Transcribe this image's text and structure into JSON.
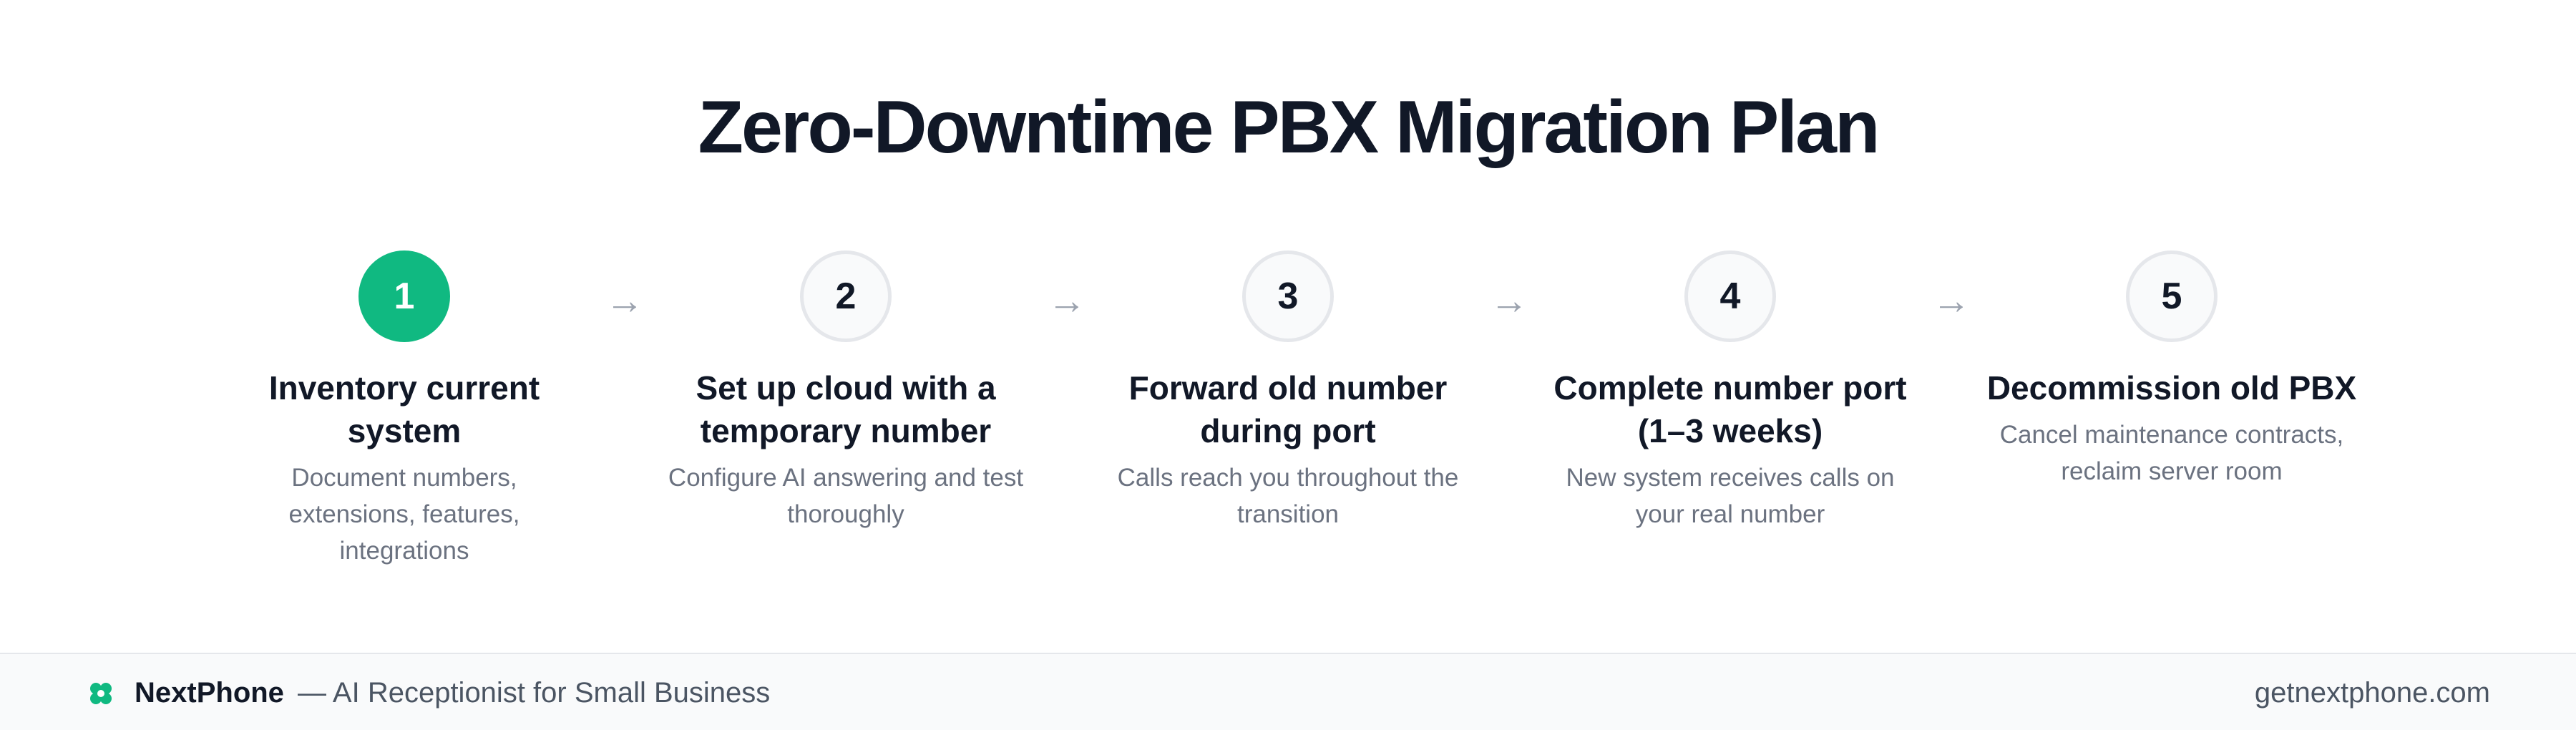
{
  "title": "Zero-Downtime PBX Migration Plan",
  "colors": {
    "accent": "#10b981",
    "text_dark": "#111827",
    "text_muted": "#6b7280",
    "arrow": "#9ca3af",
    "badge_border": "#e5e7eb"
  },
  "arrow_glyph": "→",
  "steps": [
    {
      "number": "1",
      "title_line1": "Inventory current",
      "title_line2": "system",
      "desc_line1": "Document numbers,",
      "desc_line2": "extensions, features,",
      "desc_line3": "integrations",
      "active": true
    },
    {
      "number": "2",
      "title_line1": "Set up cloud with a",
      "title_line2": "temporary number",
      "desc_line1": "Configure AI answering and test",
      "desc_line2": "thoroughly",
      "desc_line3": "",
      "active": false
    },
    {
      "number": "3",
      "title_line1": "Forward old number",
      "title_line2": "during port",
      "desc_line1": "Calls reach you throughout the",
      "desc_line2": "transition",
      "desc_line3": "",
      "active": false
    },
    {
      "number": "4",
      "title_line1": "Complete number port",
      "title_line2": "(1–3 weeks)",
      "desc_line1": "New system receives calls on",
      "desc_line2": "your real number",
      "desc_line3": "",
      "active": false
    },
    {
      "number": "5",
      "title_line1": "Decommission old PBX",
      "title_line2": "",
      "desc_line1": "Cancel maintenance contracts,",
      "desc_line2": "reclaim server room",
      "desc_line3": "",
      "active": false
    }
  ],
  "footer": {
    "logo_icon": "clover-icon",
    "brand": "NextPhone",
    "tagline": "— AI Receptionist for Small Business",
    "url": "getnextphone.com"
  }
}
